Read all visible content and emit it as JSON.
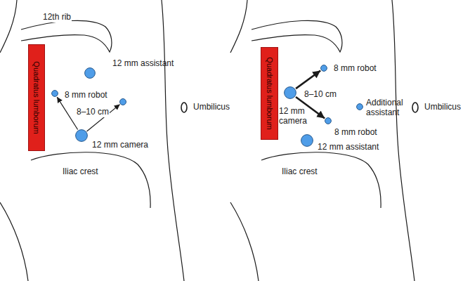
{
  "diagram": {
    "nodes": [
      {
        "text": [
          "Quadratus lumborum"
        ]
      },
      {
        "text": [
          "12 mm assistant"
        ]
      },
      {
        "text": [
          "8 mm robot"
        ]
      },
      {
        "text": [
          "12 mm camera"
        ]
      },
      {
        "text": [
          "Quadratus lumborum"
        ]
      },
      {
        "text": [
          "8 mm robot"
        ]
      },
      {
        "text": [
          "12 mm camera"
        ]
      },
      {
        "text": [
          "Additional assistant"
        ]
      },
      {
        "text": [
          "8 mm robot"
        ]
      },
      {
        "text": [
          "12 mm assistant"
        ]
      }
    ],
    "edges": [
      {
        "from": 3,
        "to": 2,
        "arrow": "to"
      },
      {
        "from": 6,
        "to": 5,
        "arrow": "to"
      },
      {
        "from": 6,
        "to": 8,
        "arrow": "to"
      }
    ],
    "labels": [
      "12th rib",
      "8–10 cm",
      "Umbilicus",
      "Iliac crest",
      "8–10 cm",
      "Umbilicus",
      "Iliac crest"
    ]
  }
}
